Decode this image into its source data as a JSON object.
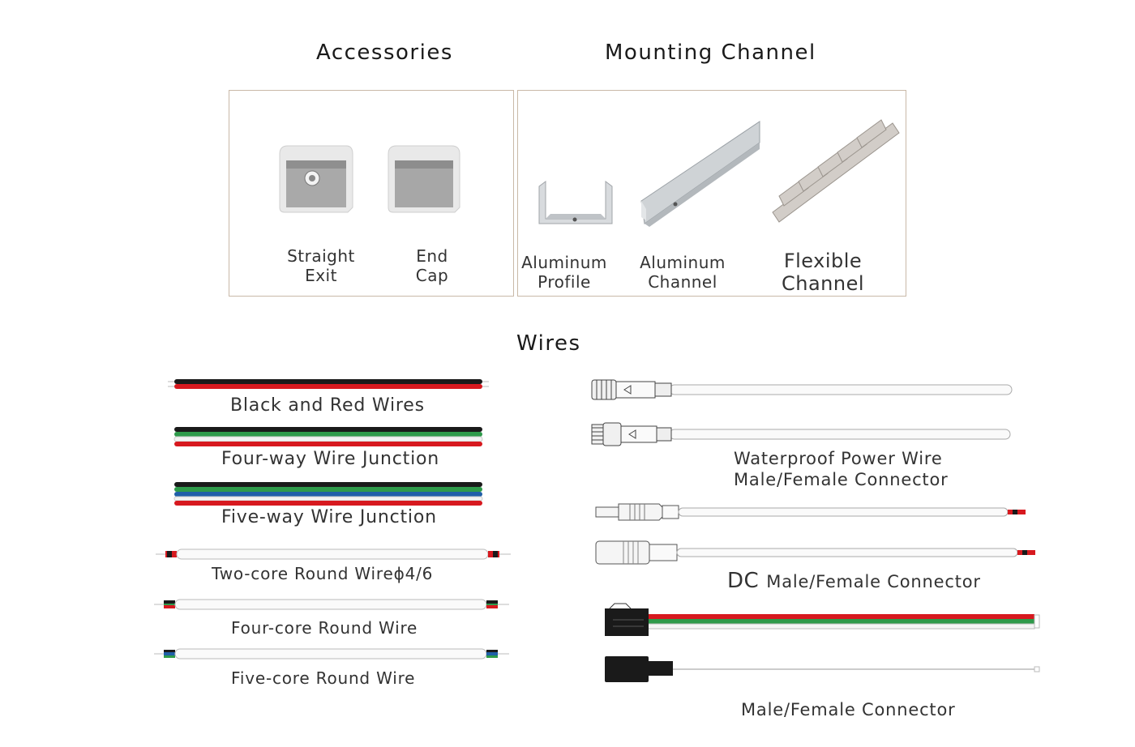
{
  "headings": {
    "accessories": "Accessories",
    "mounting_channel": "Mounting  Channel",
    "wires": "Wires"
  },
  "accessories": {
    "items": [
      {
        "line1": "Straight",
        "line2": "Exit"
      },
      {
        "line1": "End",
        "line2": "Cap"
      }
    ]
  },
  "mounting": {
    "items": [
      {
        "line1": "Aluminum",
        "line2": "Profile"
      },
      {
        "line1": "Aluminum",
        "line2": "Channel"
      },
      {
        "line1": "Flexible",
        "line2": "Channel"
      }
    ]
  },
  "wires_left": [
    "Black and Red Wires",
    "Four-way Wire Junction",
    "Five-way Wire Junction",
    "Two-core Round Wireϕ4/6",
    "Four-core Round Wire",
    "Five-core Round Wire"
  ],
  "wires_right": {
    "waterproof_line1": "Waterproof Power Wire",
    "waterproof_line2": "Male/Female Connector",
    "dc_prefix": "DC",
    "dc_suffix": "Male/Female Connector",
    "mf": "Male/Female Connector"
  },
  "colors": {
    "box_border": "#c9b9a8",
    "red": "#d7191f",
    "black": "#1a1a1a",
    "green": "#2e9a4a",
    "blue": "#1f5fa8"
  }
}
